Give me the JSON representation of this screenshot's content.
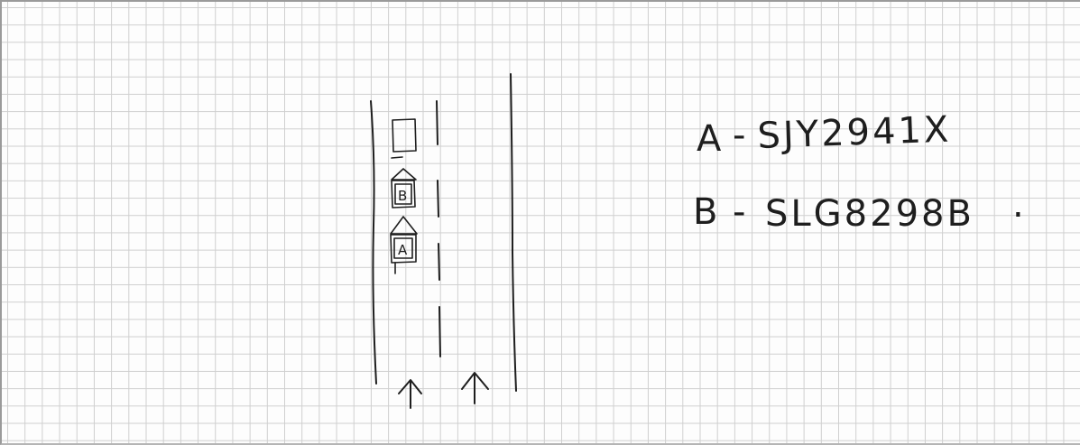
{
  "diagram": {
    "vehicles": [
      {
        "label": ""
      },
      {
        "label": "B"
      },
      {
        "label": "A"
      }
    ],
    "legend": [
      {
        "key": "A",
        "separator": "-",
        "plate": "SJY2941X"
      },
      {
        "key": "B",
        "separator": "-",
        "plate": "SLG8298B"
      }
    ],
    "legend_trailing_mark": ".",
    "icons": [
      "traffic-direction-arrow-icon",
      "traffic-direction-arrow-icon"
    ],
    "colors": {
      "ink": "#1e1e1e",
      "grid": "#cfcfcf",
      "paper": "#fdfdfd"
    }
  }
}
